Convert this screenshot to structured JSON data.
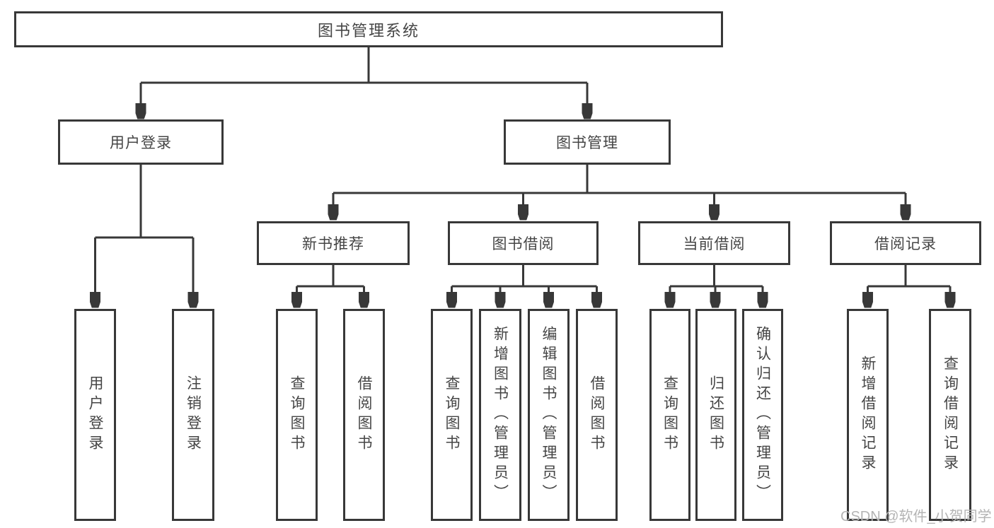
{
  "colors": {
    "line": "#383838",
    "box_border": "#383838",
    "text": "#454545",
    "background": "#ffffff",
    "watermark": "#b4b4b4"
  },
  "root": {
    "label": "图书管理系统"
  },
  "login": {
    "label": "用户登录",
    "children": [
      {
        "label": "用户登录"
      },
      {
        "label": "注销登录"
      }
    ]
  },
  "management": {
    "label": "图书管理",
    "groups": [
      {
        "label": "新书推荐",
        "children": [
          {
            "label": "查询图书"
          },
          {
            "label": "借阅图书"
          }
        ]
      },
      {
        "label": "图书借阅",
        "children": [
          {
            "label": "查询图书"
          },
          {
            "label": "新增图书（管理员）"
          },
          {
            "label": "编辑图书（管理员）"
          },
          {
            "label": "借阅图书"
          }
        ]
      },
      {
        "label": "当前借阅",
        "children": [
          {
            "label": "查询图书"
          },
          {
            "label": "归还图书"
          },
          {
            "label": "确认归还（管理员）"
          }
        ]
      },
      {
        "label": "借阅记录",
        "children": [
          {
            "label": "新增借阅记录"
          },
          {
            "label": "查询借阅记录"
          }
        ]
      }
    ]
  },
  "watermark": "CSDN @软件_小贺同学"
}
